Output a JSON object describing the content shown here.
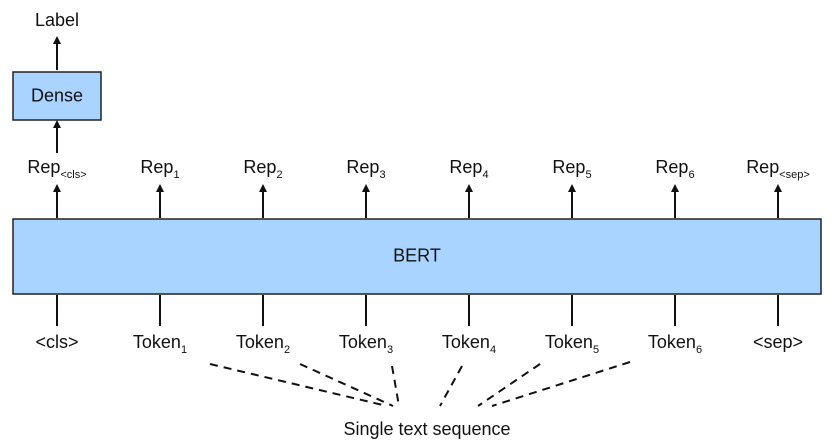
{
  "output_label": "Label",
  "dense_label": "Dense",
  "model_label": "BERT",
  "sequence_label": "Single text sequence",
  "representations": [
    {
      "base": "Rep",
      "sub": "<cls>"
    },
    {
      "base": "Rep",
      "sub": "1"
    },
    {
      "base": "Rep",
      "sub": "2"
    },
    {
      "base": "Rep",
      "sub": "3"
    },
    {
      "base": "Rep",
      "sub": "4"
    },
    {
      "base": "Rep",
      "sub": "5"
    },
    {
      "base": "Rep",
      "sub": "6"
    },
    {
      "base": "Rep",
      "sub": "<sep>"
    }
  ],
  "tokens": [
    {
      "base": "<cls>",
      "sub": ""
    },
    {
      "base": "Token",
      "sub": "1"
    },
    {
      "base": "Token",
      "sub": "2"
    },
    {
      "base": "Token",
      "sub": "3"
    },
    {
      "base": "Token",
      "sub": "4"
    },
    {
      "base": "Token",
      "sub": "5"
    },
    {
      "base": "Token",
      "sub": "6"
    },
    {
      "base": "<sep>",
      "sub": ""
    }
  ],
  "colors": {
    "box_fill": "#a9d4ff",
    "box_stroke": "#222222",
    "line": "#111111"
  }
}
